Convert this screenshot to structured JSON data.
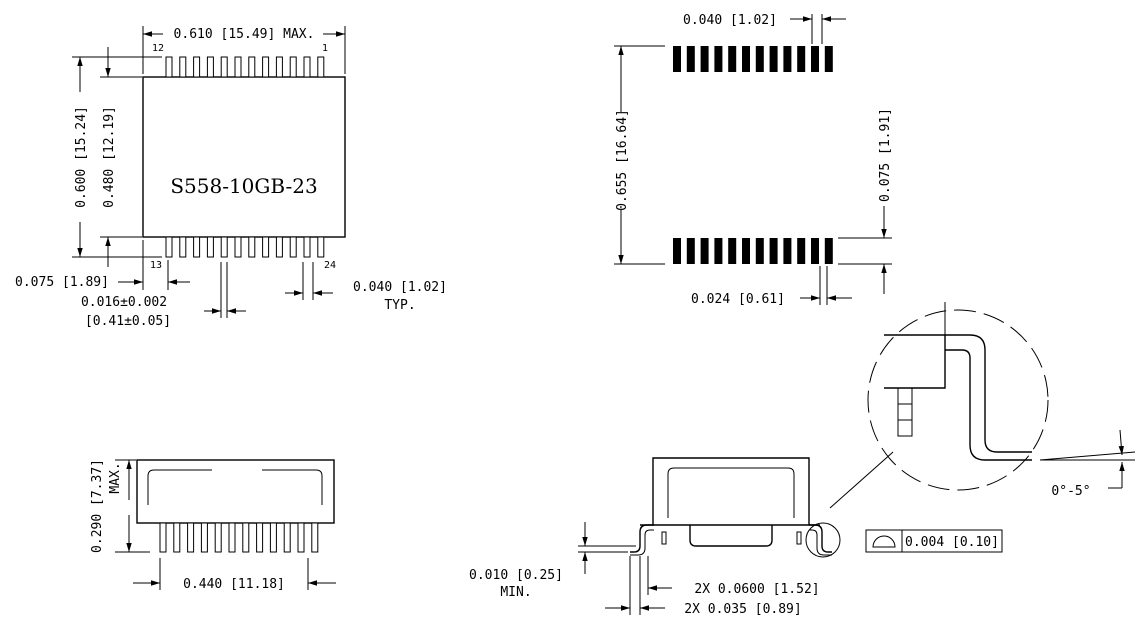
{
  "top_view": {
    "part_number": "S558-10GB-23",
    "pin_12": "12",
    "pin_1": "1",
    "pin_13": "13",
    "pin_24": "24",
    "width_max": "0.610 [15.49] MAX.",
    "height_overall": "0.600 [15.24]",
    "body_height": "0.480 [12.19]",
    "lead_offset": "0.075 [1.89]",
    "lead_width": "0.016±0.002",
    "lead_width_mm": "[0.41±0.05]",
    "pitch": "0.040 [1.02]",
    "pitch_typ": "TYP."
  },
  "footprint": {
    "pad_pitch": "0.040 [1.02]",
    "overall_span": "0.655 [16.64]",
    "pad_length": "0.075 [1.91]",
    "pad_width": "0.024 [0.61]"
  },
  "side_view": {
    "height_max": "0.290 [7.37]",
    "height_max_suffix": "MAX.",
    "length": "0.440 [11.18]"
  },
  "end_view": {
    "standoff": "0.010 [0.25]",
    "standoff_min": "MIN.",
    "foot_length": "2X 0.0600 [1.52]",
    "foot_offset": "2X 0.035 [0.89]",
    "coplanarity": "0.004 [0.10]",
    "angle": "0°-5°"
  }
}
